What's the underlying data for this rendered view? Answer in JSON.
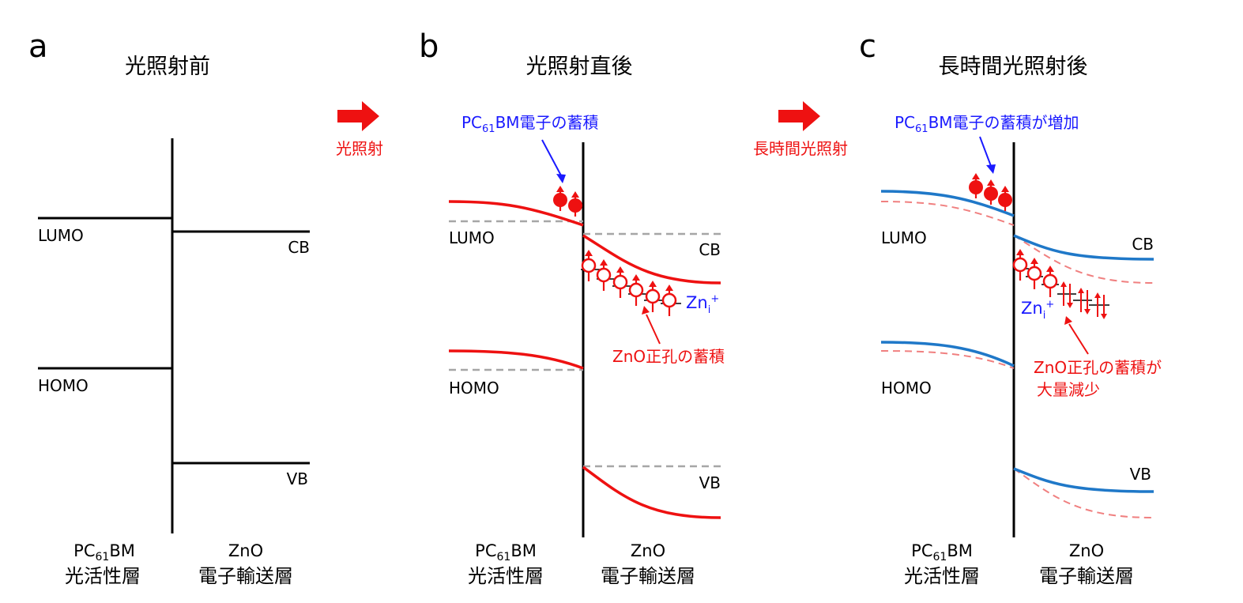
{
  "panels": [
    {
      "letter": "a",
      "title": "光照射前",
      "levels": {
        "lumo": "LUMO",
        "homo": "HOMO",
        "cb": "CB",
        "vb": "VB"
      },
      "bottom_left": {
        "sub_pre": "PC",
        "sub": "61",
        "sub_post": "BM",
        "layer": "光活性層"
      },
      "bottom_right": {
        "material": "ZnO",
        "layer": "電子輸送層"
      }
    },
    {
      "letter": "b",
      "title": "光照射直後",
      "levels": {
        "lumo": "LUMO",
        "homo": "HOMO",
        "cb": "CB",
        "vb": "VB"
      },
      "annotations": {
        "electron_pre": "PC",
        "electron_sub": "61",
        "electron_post": "BM電子の蓄積",
        "zni_base": "Zn",
        "zni_sub": "i",
        "zni_sup": "+",
        "hole": "ZnO正孔の蓄積"
      },
      "bottom_left": {
        "sub_pre": "PC",
        "sub": "61",
        "sub_post": "BM",
        "layer": "光活性層"
      },
      "bottom_right": {
        "material": "ZnO",
        "layer": "電子輸送層"
      }
    },
    {
      "letter": "c",
      "title": "長時間光照射後",
      "levels": {
        "lumo": "LUMO",
        "homo": "HOMO",
        "cb": "CB",
        "vb": "VB"
      },
      "annotations": {
        "electron_pre": "PC",
        "electron_sub": "61",
        "electron_post": "BM電子の蓄積が増加",
        "zni_base": "Zn",
        "zni_sub": "i",
        "zni_sup": "+",
        "hole_line1": "ZnO正孔の蓄積が",
        "hole_line2": "大量減少"
      },
      "bottom_left": {
        "sub_pre": "PC",
        "sub": "61",
        "sub_post": "BM",
        "layer": "光活性層"
      },
      "bottom_right": {
        "material": "ZnO",
        "layer": "電子輸送層"
      }
    }
  ],
  "arrows": [
    {
      "label": "光照射"
    },
    {
      "label": "長時間光照射"
    }
  ],
  "colors": {
    "red": "#ee1111",
    "blue_text": "#1a1aff",
    "band_blue": "#1f78c8",
    "dashed_gray": "#a6a6a6",
    "dashed_pink": "#f08080"
  }
}
